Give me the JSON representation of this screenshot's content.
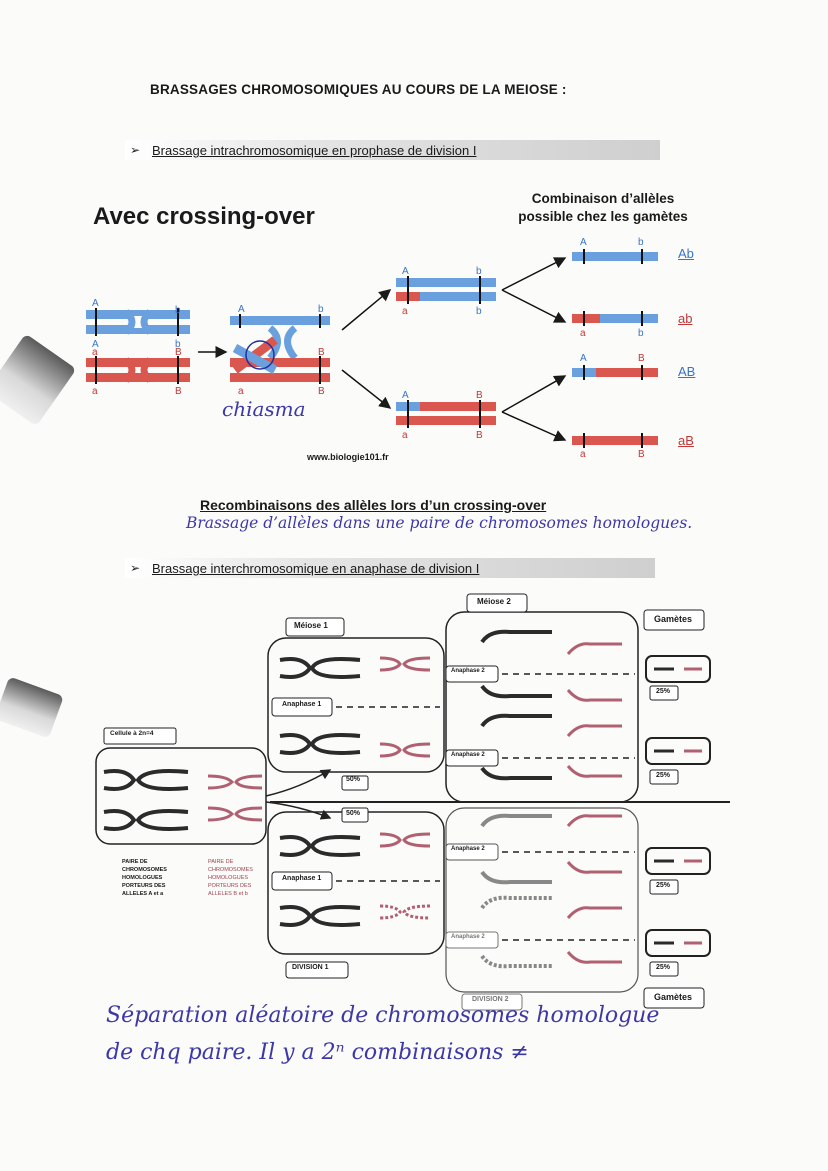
{
  "header": {
    "title": "BRASSAGES CHROMOSOMIQUES AU COURS DE LA MEIOSE :"
  },
  "section1": {
    "bullet": "➢",
    "label": "Brassage intrachromosomique en prophase de division I",
    "heading": "Avec crossing-over",
    "combo_title_1": "Combinaison d’allèles",
    "combo_title_2": "possible chez les gamètes",
    "allele_labels": {
      "A": "A",
      "a": "a",
      "B": "B",
      "b": "b"
    },
    "combinations": [
      "Ab",
      "ab",
      "AB",
      "aB"
    ],
    "handwritten_chiasma": "chiasma",
    "url": "www.biologie101.fr",
    "caption": "Recombinaisons des allèles lors d’un crossing-over",
    "handwritten_note": "Brassage d’allèles dans une paire de chromosomes homologues."
  },
  "section2": {
    "bullet": "➢",
    "label": "Brassage interchromosomique en anaphase de division I",
    "meiose1": "Méiose 1",
    "meiose2": "Méiose 2",
    "gametes": "Gamètes",
    "gametes_bottom": "Gamètes",
    "anaphase1": "Anaphase 1",
    "anaphase2": "Anaphase 2",
    "cellule": "Cellule à 2n=4",
    "division1": "DIVISION 1",
    "division2": "DIVISION 2",
    "pct50": "50%",
    "pct25": "25%",
    "legend_left": [
      "PAIRE DE",
      "CHROMOSOMES",
      "HOMOLOGUES",
      "PORTEURS DES",
      "ALLELES A et a"
    ],
    "legend_right": [
      "PAIRE DE",
      "CHROMOSOMES",
      "HOMOLOGUES",
      "PORTEURS DES",
      "ALLELES B et b"
    ],
    "handwritten_line1": "Séparation aléatoire de chromosomes homologue",
    "handwritten_line2": "de chq paire. Il y a 2ⁿ combinaisons ≠"
  },
  "colors": {
    "blue": "#6aa0dd",
    "red": "#d9574f",
    "handwriting": "#3d38a8",
    "dark": "#2b2b2b",
    "pink": "#b06070"
  }
}
